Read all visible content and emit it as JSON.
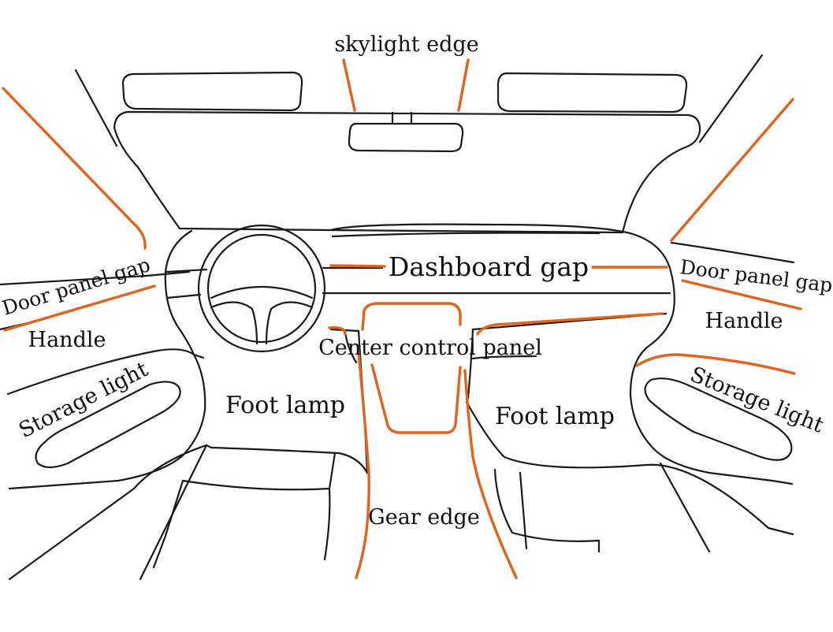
{
  "colors": {
    "outline": "#1a1a1a",
    "light_strip": "#e0641e",
    "background": "#ffffff"
  },
  "labels": {
    "skylight_edge": "skylight edge",
    "dashboard_gap": "Dashboard gap",
    "door_panel_gap_left": "Door panel gap",
    "door_panel_gap_right": "Door panel gap",
    "handle_left": "Handle",
    "handle_right": "Handle",
    "center_control_panel": "Center control panel",
    "storage_light_left": "Storage light",
    "storage_light_right": "Storage light",
    "foot_lamp_left": "Foot lamp",
    "foot_lamp_right": "Foot lamp",
    "gear_edge": "Gear edge"
  }
}
